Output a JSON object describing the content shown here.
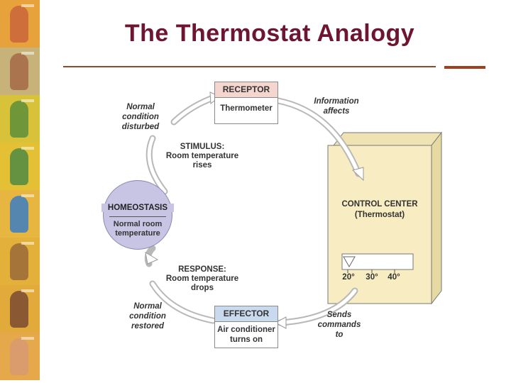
{
  "title": "The Thermostat Analogy",
  "receptor": {
    "header": "RECEPTOR",
    "body": "Thermometer"
  },
  "effector": {
    "header": "EFFECTOR",
    "body_line1": "Air conditioner",
    "body_line2": "turns on"
  },
  "control_center": {
    "line1": "CONTROL CENTER",
    "line2": "(Thermostat)",
    "scale": [
      "20°",
      "30°",
      "40°"
    ]
  },
  "homeostasis": {
    "header": "HOMEOSTASIS",
    "line1": "Normal room",
    "line2": "temperature"
  },
  "stimulus": {
    "line1": "STIMULUS:",
    "line2": "Room temperature",
    "line3": "rises"
  },
  "response": {
    "line1": "RESPONSE:",
    "line2": "Room temperature",
    "line3": "drops"
  },
  "labels": {
    "disturbed": [
      "Normal",
      "condition",
      "disturbed"
    ],
    "info": [
      "Information",
      "affects"
    ],
    "restored": [
      "Normal",
      "condition",
      "restored"
    ],
    "sends": [
      "Sends",
      "commands",
      "to"
    ]
  },
  "colors": {
    "title": "#6e1631",
    "homeostasis": "#c8c4e4",
    "receptor_header": "#f5d6cf",
    "effector_header": "#c9d9ee",
    "control_center": "#f7ecc2"
  }
}
